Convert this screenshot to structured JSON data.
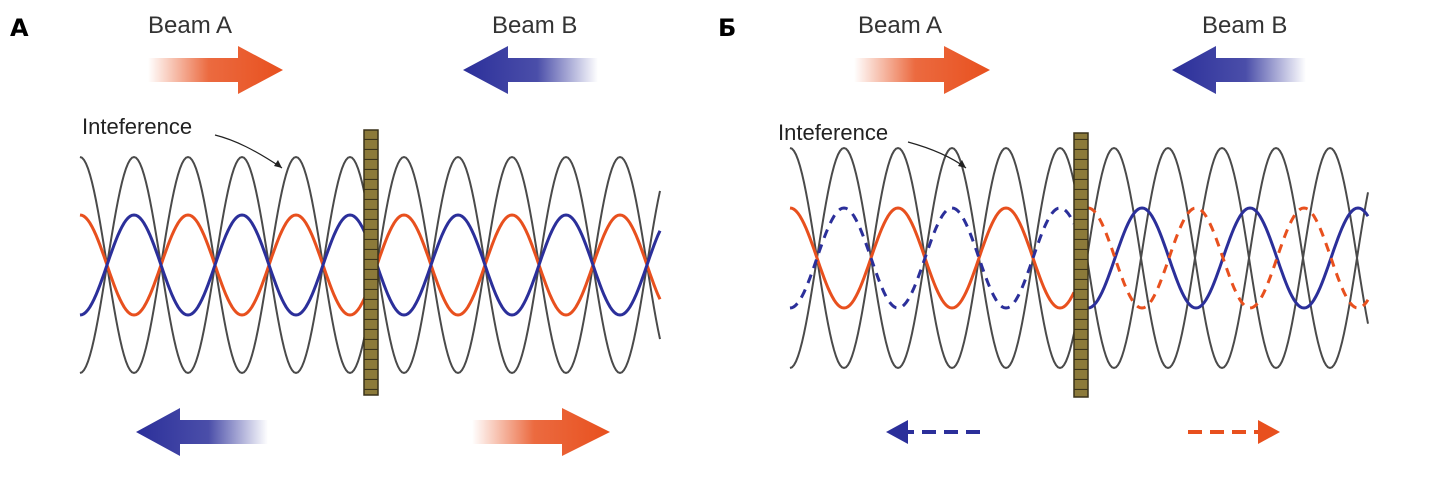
{
  "panel_a": {
    "letter": "A",
    "beam_a_label": "Beam A",
    "beam_b_label": "Beam B",
    "interference_label": "Inteference",
    "reflected_arrows_style": "solid"
  },
  "panel_b": {
    "letter": "Б",
    "beam_a_label": "Beam A",
    "beam_b_label": "Beam B",
    "interference_label": "Inteference",
    "reflected_arrows_style": "dashed"
  },
  "colors": {
    "beam_a": "#e8501e",
    "beam_b": "#2b2f9a",
    "interference": "#4a4a4a",
    "mirror": "#8c7a3a"
  }
}
